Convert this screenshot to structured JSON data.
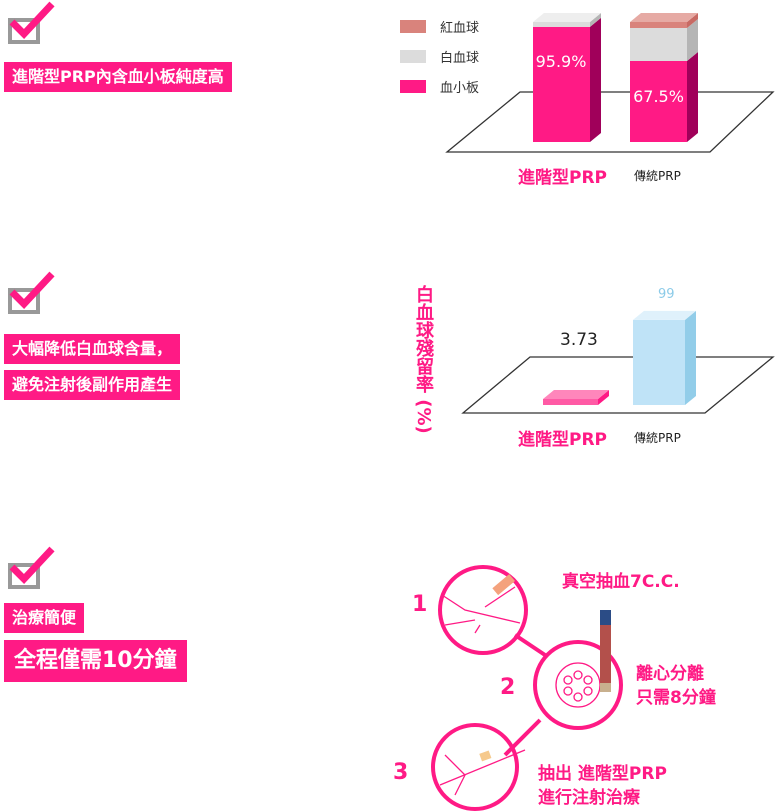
{
  "sections": [
    {
      "lines": [
        "進階型PRP內含血小板純度高"
      ]
    },
    {
      "lines": [
        "大幅降低白血球含量，",
        "避免注射後副作用產生"
      ]
    },
    {
      "lines": [
        "治療簡便"
      ],
      "big": "全程僅需10分鐘"
    }
  ],
  "colors": {
    "accent": "#ff1a85",
    "dark": "#a0005a",
    "rbc": "#d9837c",
    "wbc": "#dcdcdc",
    "blue": "#bfe3f7"
  },
  "chart_data": [
    {
      "type": "bar",
      "stacked": true,
      "categories": [
        "進階型PRP",
        "傳統PRP"
      ],
      "legend": [
        "紅血球",
        "白血球",
        "血小板"
      ],
      "legend_placement": "top-left",
      "series": [
        {
          "name": "血小板",
          "values": [
            95.9,
            67.5
          ]
        },
        {
          "name": "白血球",
          "values": [
            4.1,
            27.5
          ]
        },
        {
          "name": "紅血球",
          "values": [
            0,
            5
          ]
        }
      ],
      "data_labels": [
        "95.9%",
        "67.5%"
      ]
    },
    {
      "type": "bar",
      "categories": [
        "進階型PRP",
        "傳統PRP"
      ],
      "values": [
        3.73,
        99
      ],
      "data_labels": [
        "3.73",
        "99"
      ],
      "ylabel": "白血球殘留率 (%)"
    }
  ],
  "process": [
    {
      "num": "1",
      "text": [
        "真空抽血7C.C."
      ]
    },
    {
      "num": "2",
      "text": [
        "離心分離",
        "只需8分鐘"
      ]
    },
    {
      "num": "3",
      "text": [
        "抽出 進階型PRP",
        "進行注射治療"
      ]
    }
  ]
}
